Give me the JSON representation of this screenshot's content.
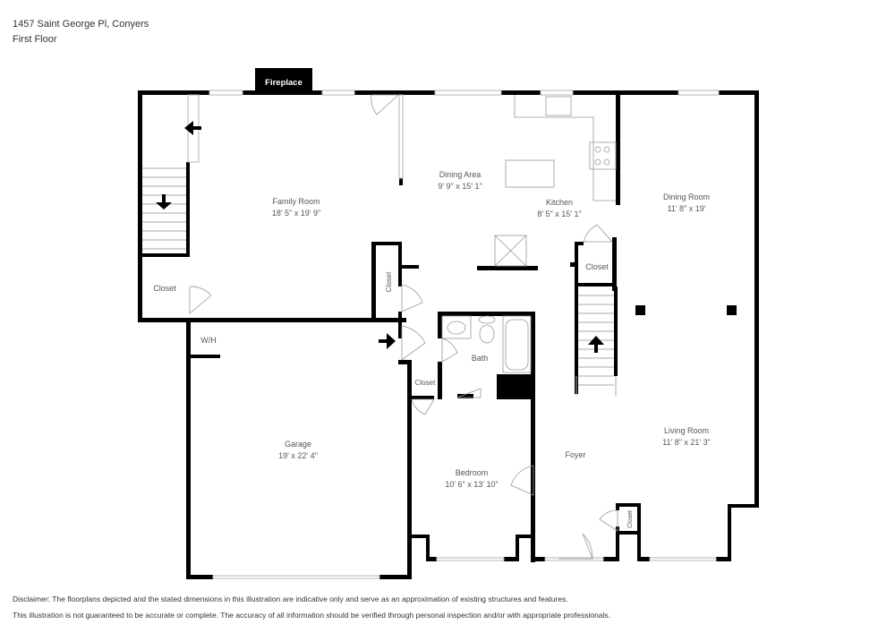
{
  "header": {
    "address": "1457 Saint George Pl, Conyers",
    "floor": "First Floor"
  },
  "rooms": {
    "family_room": {
      "name": "Family Room",
      "dims": "18' 5\" x 19' 9\""
    },
    "dining_area": {
      "name": "Dining Area",
      "dims": "9' 9\" x 15' 1\""
    },
    "kitchen": {
      "name": "Kitchen",
      "dims": "8' 5\" x 15' 1\""
    },
    "dining_room": {
      "name": "Dining Room",
      "dims": "11' 8\" x 19'"
    },
    "garage": {
      "name": "Garage",
      "dims": "19' x 22' 4\""
    },
    "bedroom": {
      "name": "Bedroom",
      "dims": "10' 6\" x 13' 10\""
    },
    "living_room": {
      "name": "Living Room",
      "dims": "11' 8\" x 21' 3\""
    },
    "foyer": {
      "name": "Foyer"
    },
    "bath": {
      "name": "Bath"
    },
    "wh": {
      "name": "W/H"
    },
    "fireplace": {
      "name": "Fireplace"
    },
    "closets": [
      "Closet",
      "Closet",
      "Closet",
      "Closet",
      "Closet"
    ]
  },
  "disclaimer": {
    "line1": "Disclaimer: The floorplans depicted and the stated dimensions in this illustration are indicative only and serve as an approximation of existing structures and features.",
    "line2": "This illustration is not guaranteed to be accurate or complete. The accuracy of all information should be verified through personal inspection and/or with appropriate professionals."
  },
  "colors": {
    "wall": "#000000",
    "fixture": "#9a9a9a",
    "text": "#555555"
  }
}
